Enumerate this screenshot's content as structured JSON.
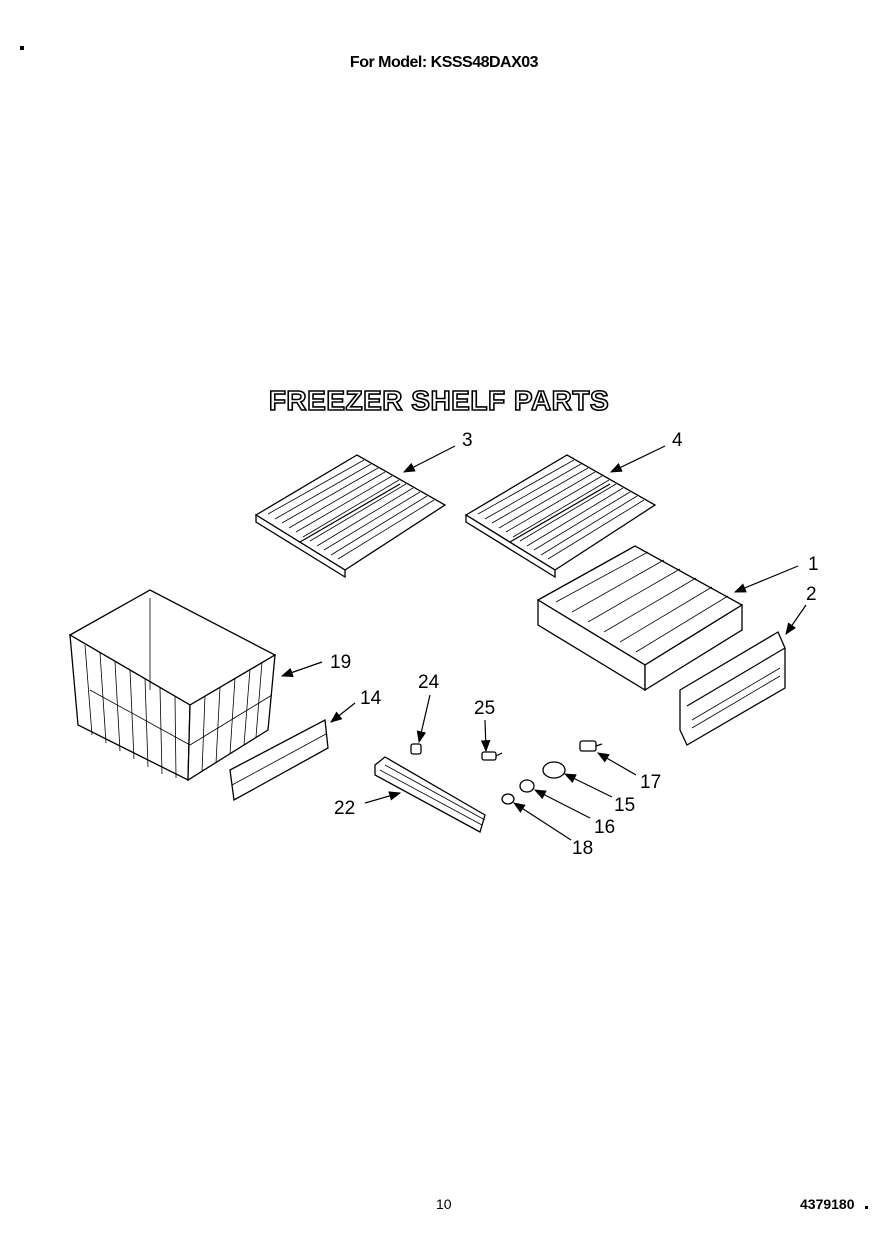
{
  "header": {
    "model_line": "For Model: KSSS48DAX03"
  },
  "diagram": {
    "title": "FREEZER SHELF PARTS",
    "callouts": [
      "3",
      "4",
      "1",
      "2",
      "19",
      "14",
      "24",
      "25",
      "22",
      "17",
      "15",
      "16",
      "18"
    ]
  },
  "footer": {
    "page_number": "10",
    "document_number": "4379180"
  }
}
